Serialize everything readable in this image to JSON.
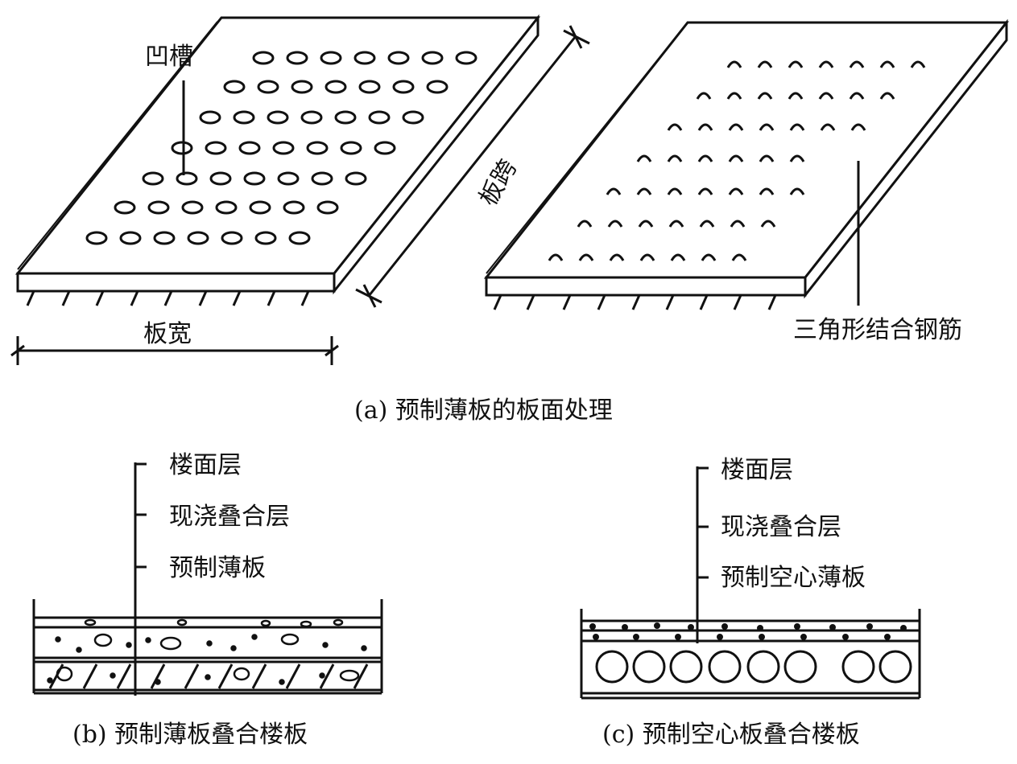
{
  "panel_a": {
    "label_groove": "凹槽",
    "label_span": "板跨",
    "label_width": "板宽",
    "label_rebar": "三角形结合钢筋",
    "caption": "(a) 预制薄板的板面处理"
  },
  "panel_b": {
    "layers": [
      "楼面层",
      "现浇叠合层",
      "预制薄板"
    ],
    "caption": "(b) 预制薄板叠合楼板"
  },
  "panel_c": {
    "layers": [
      "楼面层",
      "现浇叠合层",
      "预制空心薄板"
    ],
    "caption": "(c) 预制空心板叠合楼板"
  },
  "colors": {
    "ink": "#111111",
    "paper": "#ffffff"
  }
}
